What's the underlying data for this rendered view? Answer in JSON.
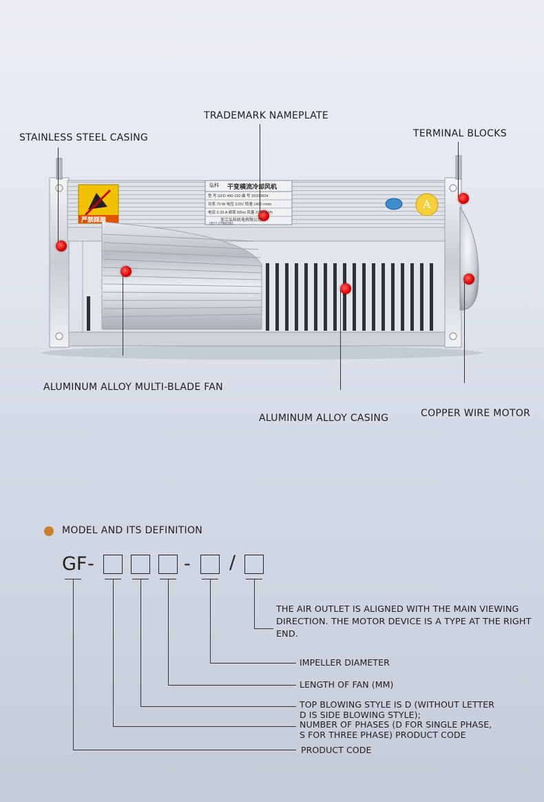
{
  "callouts": {
    "trademark_nameplate": "TRADEMARK NAMEPLATE",
    "stainless_steel_casing": "STAINLESS STEEL CASING",
    "terminal_blocks": "TERMINAL BLOCKS",
    "aluminum_fan": "ALUMINUM ALLOY MULTI-BLADE FAN",
    "aluminum_casing": "ALUMINUM ALLOY CASING",
    "copper_motor": "COPPER WIRE MOTOR"
  },
  "nameplate": {
    "title": "干变横流冷却风机",
    "brand": "弘科",
    "maker": "浙江弘科机电有限公司",
    "rows": [
      "型 号  GFD 490-150   编 号  20200604",
      "功率  70 W   电压  220V   转速  1400 r/min",
      "电流  0.33 A  频率  50Hz   风量  2700 m³/h"
    ],
    "phone": "0577-27880391"
  },
  "warning_label": "严禁踩踏",
  "badge_letter": "A",
  "definition": {
    "heading": "MODEL AND ITS DEFINITION",
    "code_prefix": "GF",
    "dash1": "-",
    "dash2": "-",
    "slash": "/",
    "items": {
      "outlet": "THE AIR OUTLET IS ALIGNED WITH THE MAIN VIEWING DIRECTION. THE MOTOR DEVICE IS A TYPE AT THE RIGHT END.",
      "impeller": "IMPELLER DIAMETER",
      "length": "LENGTH OF FAN (MM)",
      "blowing": "TOP BLOWING STYLE IS D (WITHOUT LETTER D IS SIDE BLOWING STYLE);",
      "phases": "NUMBER OF PHASES (D FOR SINGLE PHASE, S FOR THREE PHASE) PRODUCT CODE",
      "product": "PRODUCT CODE"
    }
  },
  "colors": {
    "accent_dot": "#c8802f",
    "callout_dot": "#e00000",
    "warning_yellow": "#f2c200"
  }
}
